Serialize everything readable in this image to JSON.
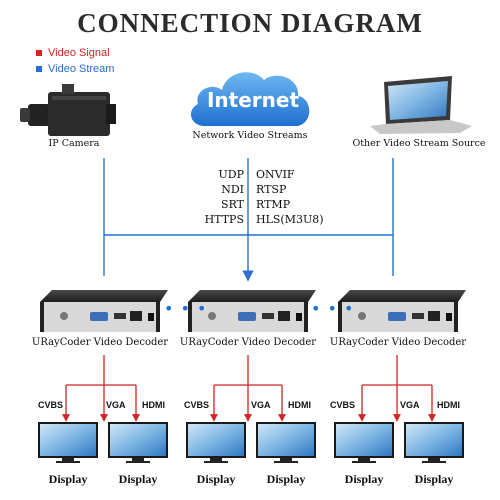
{
  "title": "CONNECTION DIAGRAM",
  "legend": {
    "signal_label": "Video Signal",
    "stream_label": "Video Stream",
    "signal_color": "#d42424",
    "stream_color": "#2a6fd0"
  },
  "sources": {
    "camera_label": "IP Camera",
    "internet_text": "Internet",
    "internet_label": "Network Video Streams",
    "laptop_label": "Other Video Stream Source"
  },
  "protocols": {
    "left": [
      "UDP",
      "NDI",
      "SRT",
      "HTTPS"
    ],
    "right": [
      "ONVIF",
      "RTSP",
      "RTMP",
      "HLS(M3U8)"
    ]
  },
  "decoders": [
    {
      "label": "URayCoder Video Decoder"
    },
    {
      "label": "URayCoder Video Decoder"
    },
    {
      "label": "URayCoder Video Decoder"
    }
  ],
  "outputs": {
    "cvbs": "CVBS",
    "vga": "VGA",
    "hdmi": "HDMI"
  },
  "display_label": "Display",
  "dots": "• • •"
}
